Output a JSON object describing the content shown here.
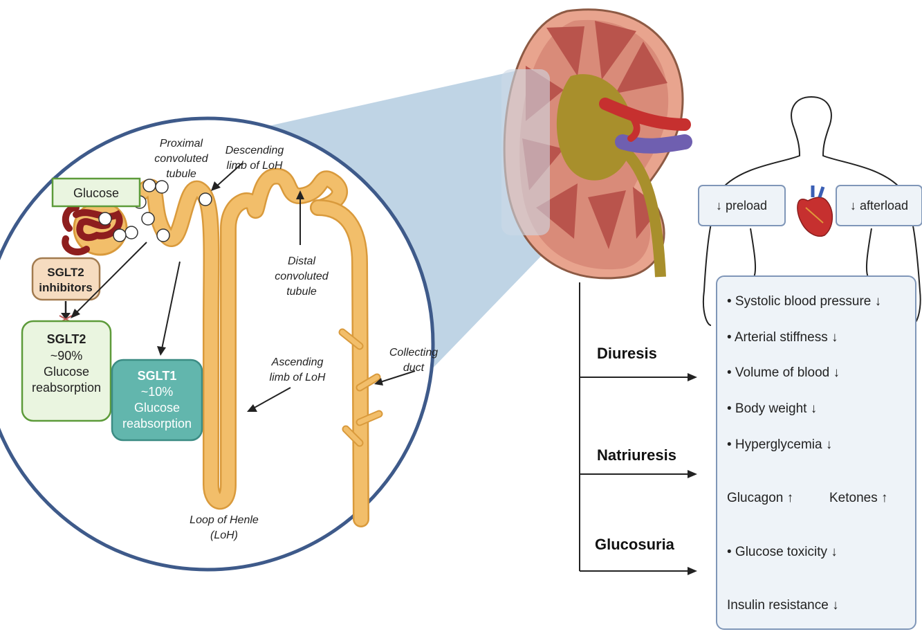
{
  "nephron": {
    "glucose": "Glucose",
    "sglt2_inhibitors_line1": "SGLT2",
    "sglt2_inhibitors_line2": "inhibitors",
    "sglt2": {
      "title": "SGLT2",
      "pct": "~90%",
      "l1": "Glucose",
      "l2": "reabsorption"
    },
    "sglt1": {
      "title": "SGLT1",
      "pct": "~10%",
      "l1": "Glucose",
      "l2": "reabsorption"
    },
    "labels": {
      "pct1": "Proximal",
      "pct2": "convoluted",
      "pct3": "tubule",
      "desc1": "Descending",
      "desc2": "limb of LoH",
      "dct1": "Distal",
      "dct2": "convoluted",
      "dct3": "tubule",
      "asc1": "Ascending",
      "asc2": "limb of LoH",
      "cd1": "Collecting",
      "cd2": "duct",
      "loh1": "Loop of Henle",
      "loh2": "(LoH)"
    }
  },
  "body": {
    "preload": "↓ preload",
    "afterload": "↓ afterload"
  },
  "mechanisms": [
    "Diuresis",
    "Natriuresis",
    "Glucosuria"
  ],
  "effects": {
    "e1": "• Systolic blood pressure ↓",
    "e2": "• Arterial stiffness ↓",
    "e3": "• Volume of blood ↓",
    "e4": "• Body weight ↓",
    "e5": "• Hyperglycemia ↓",
    "glucagon": "Glucagon ↑",
    "ketones": "Ketones ↑",
    "e6": "• Glucose toxicity ↓",
    "e7": "Insulin resistance ↓"
  },
  "colors": {
    "tubule": "#f2be6a",
    "tubule_edge": "#d99a3c",
    "circle_border": "#3e5a8a",
    "sglt2_fill": "#eaf5e0",
    "sglt2_border": "#5d9b3a",
    "sglt1_fill": "#62b6ad",
    "inhib_fill": "#f6dcc0",
    "cone": "#a9c5dc",
    "box_fill": "#eef3f8",
    "box_border": "#7f96b8"
  }
}
